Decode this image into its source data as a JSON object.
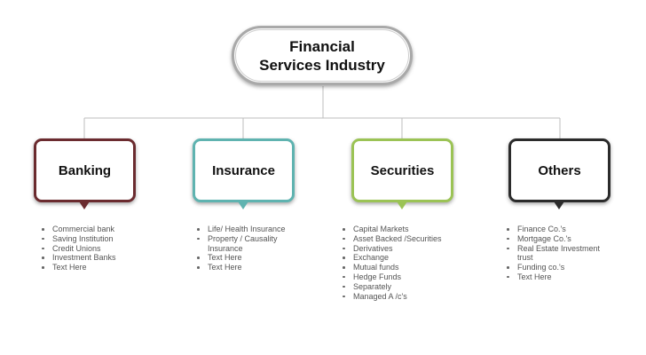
{
  "root": {
    "title_lines": [
      "Financial",
      "Services Industry"
    ],
    "border_color": "#a9a9a9"
  },
  "connector_color": "#bdbdbd",
  "categories": [
    {
      "name": "Banking",
      "color": "#6b2b2f",
      "items": [
        "Commercial bank",
        "Saving Institution",
        "Credit Unions",
        "Investment Banks",
        "Text Here"
      ]
    },
    {
      "name": "Insurance",
      "color": "#5fb3b0",
      "items": [
        "Life/ Health Insurance",
        "Property / Causality Insurance",
        "Text Here",
        "Text Here"
      ]
    },
    {
      "name": "Securities",
      "color": "#9bc355",
      "items": [
        "Capital Markets",
        "Asset Backed /Securities",
        "Derivatives",
        "Exchange",
        "Mutual funds",
        "Hedge Funds",
        "Separately",
        "Managed A  /c's"
      ]
    },
    {
      "name": "Others",
      "color": "#2b2b2b",
      "items": [
        "Finance Co.'s",
        "Mortgage Co.'s",
        "Real Estate Investment trust",
        "Funding co.'s",
        "Text Here"
      ]
    }
  ]
}
